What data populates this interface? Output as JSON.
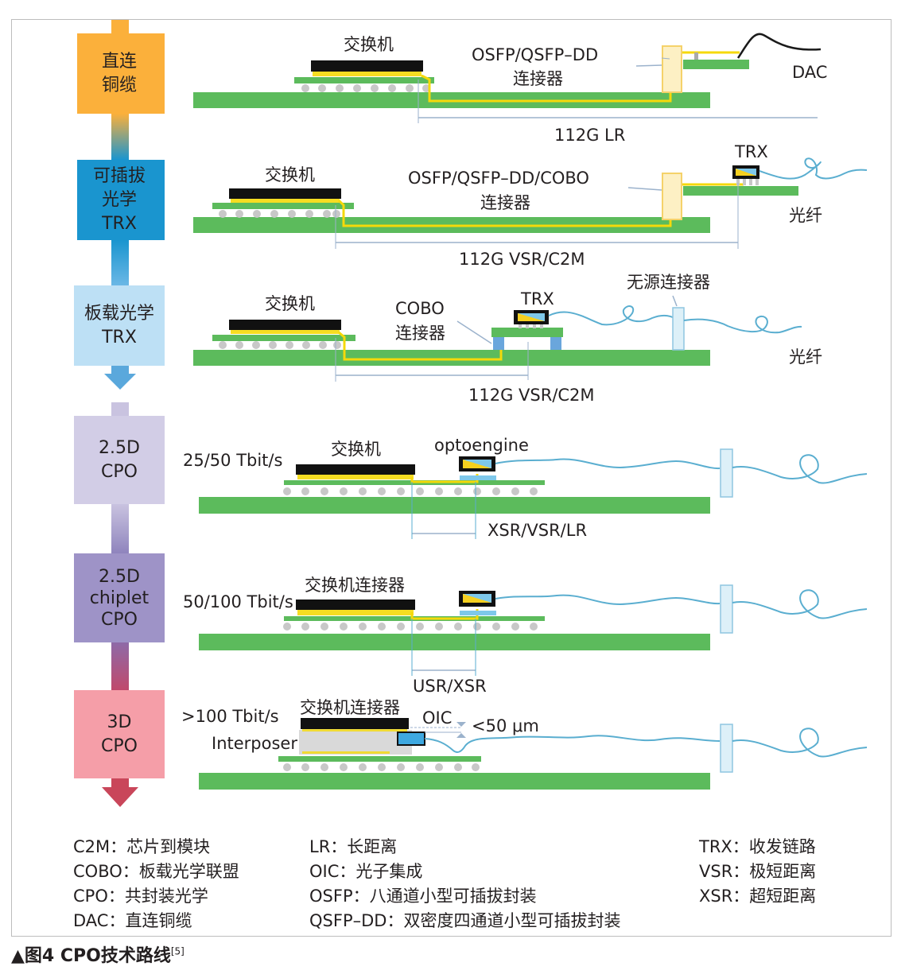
{
  "colors": {
    "pcb_green": "#5cbb5c",
    "chip_black": "#111111",
    "trace_yellow": "#f5d90a",
    "ball_gray": "#c8c8c8",
    "fiber_blue": "#5aaed0",
    "dac_cable": "#1a1a1a",
    "dim_line": "#9bb2cc",
    "stage_colors": [
      "#fbb03b",
      "#1a95cf",
      "#bde0f5",
      "#d2cde6",
      "#9e93c7",
      "#f59ea8"
    ]
  },
  "stages": [
    {
      "lines": [
        "直连",
        "铜缆"
      ]
    },
    {
      "lines": [
        "可插拔",
        "光学",
        "TRX"
      ]
    },
    {
      "lines": [
        "板载光学",
        "TRX"
      ]
    },
    {
      "lines": [
        "2.5D",
        "CPO"
      ]
    },
    {
      "lines": [
        "2.5D",
        "chiplet",
        "CPO"
      ]
    },
    {
      "lines": [
        "3D",
        "CPO"
      ]
    }
  ],
  "rows": [
    {
      "switch_label": "交换机",
      "connector_label_1": "OSFP/QSFP–DD",
      "connector_label_2": "连接器",
      "endpoint_label": "DAC",
      "distance": "112G LR"
    },
    {
      "switch_label": "交换机",
      "module_label": "TRX",
      "connector_label_1": "OSFP/QSFP–DD/COBO",
      "connector_label_2": "连接器",
      "endpoint_label": "光纤",
      "distance": "112G VSR/C2M"
    },
    {
      "switch_label": "交换机",
      "module_label": "TRX",
      "connector_label_1": "COBO",
      "connector_label_2": "连接器",
      "passive_label": "无源连接器",
      "endpoint_label": "光纤",
      "distance": "112G VSR/C2M"
    },
    {
      "bandwidth": "25/50 Tbit/s",
      "switch_label": "交换机",
      "engine_label": "optoengine",
      "distance": "XSR/VSR/LR"
    },
    {
      "bandwidth": "50/100 Tbit/s",
      "switch_label": "交换机连接器",
      "distance": "USR/XSR"
    },
    {
      "bandwidth": ">100 Tbit/s",
      "switch_label": "交换机连接器",
      "oic_label": "OIC",
      "gap_label": "<50 μm",
      "interposer_label": "Interposer"
    }
  ],
  "legend": {
    "col1": [
      "C2M：芯片到模块",
      "COBO：板载光学联盟",
      "CPO：共封装光学",
      "DAC：直连铜缆"
    ],
    "col2": [
      "LR：长距离",
      "OIC：光子集成",
      "OSFP：八通道小型可插拔封装",
      "QSFP–DD：双密度四通道小型可插拔封装"
    ],
    "col3": [
      "TRX：收发链路",
      "VSR：极短距离",
      "XSR：超短距离"
    ]
  },
  "caption": {
    "prefix": "▲图4  CPO技术路线",
    "ref": "[5]"
  }
}
